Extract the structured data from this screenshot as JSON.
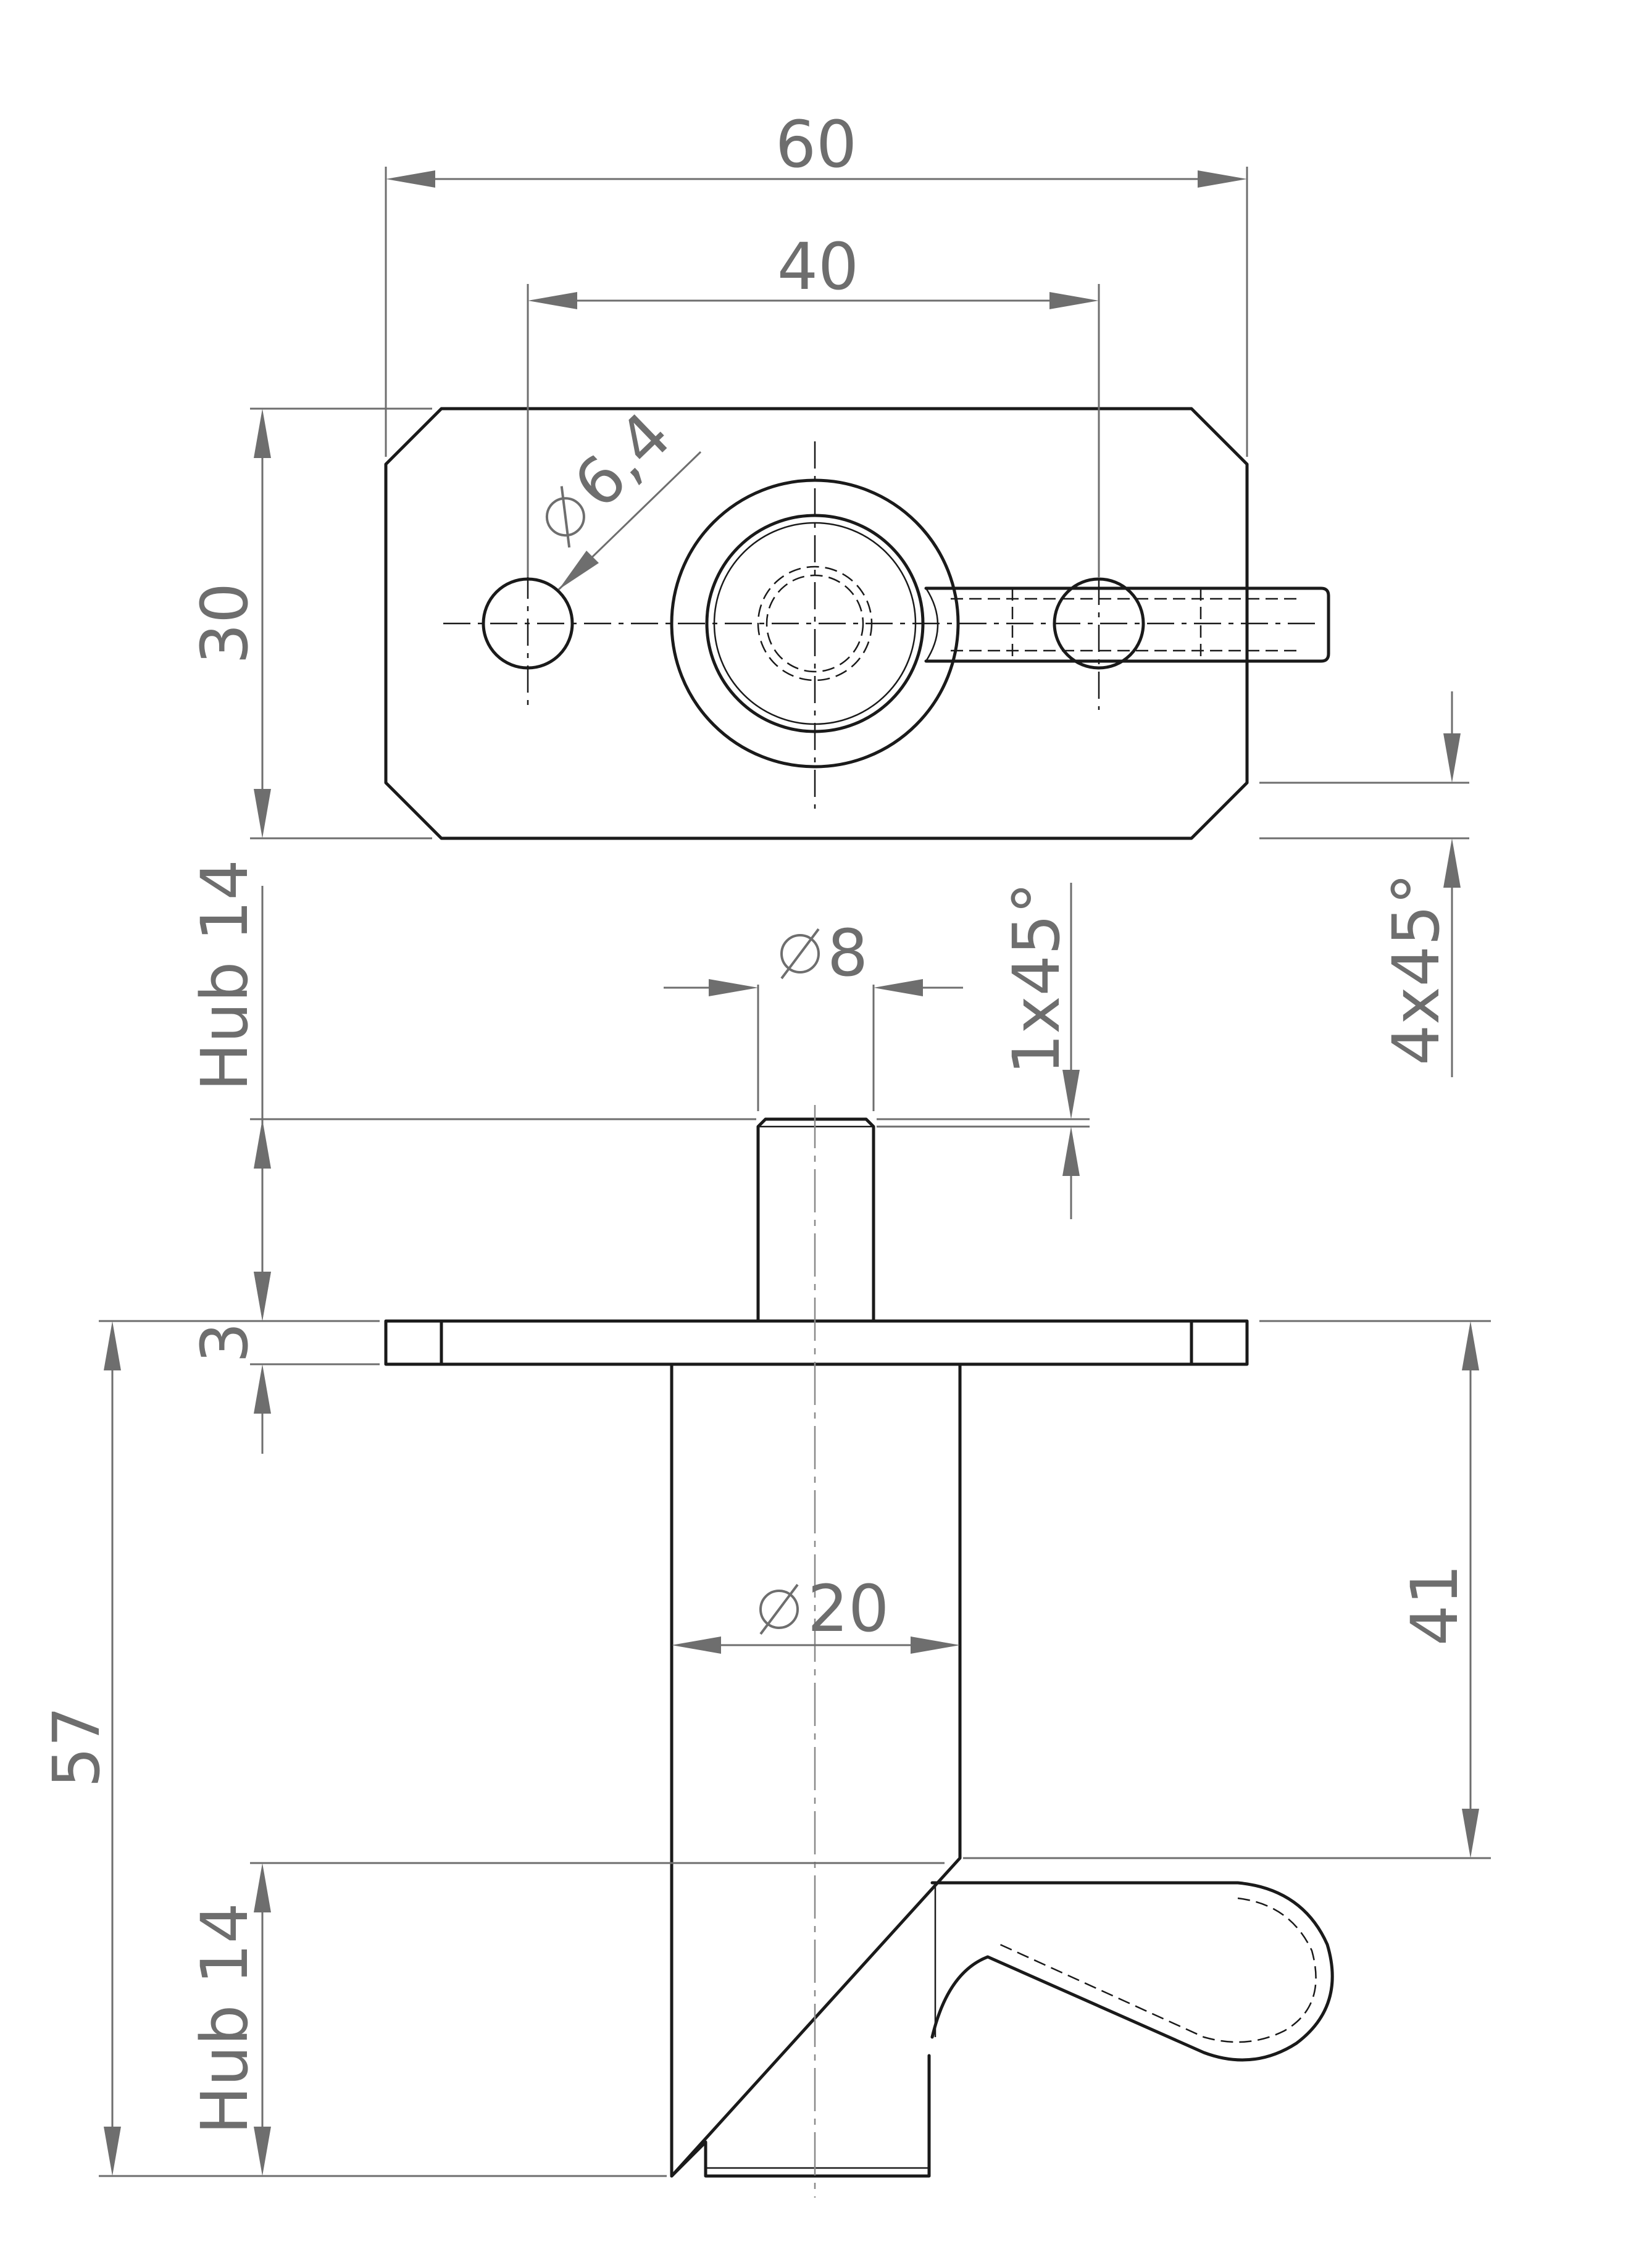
{
  "dimensions": {
    "overall_width": "60",
    "hole_spacing": "40",
    "plate_height": "30",
    "hole_diameter": "6,4",
    "chamfer_plate": "4x45°",
    "stroke_top": "Hub 14",
    "pin_diameter": "8",
    "pin_chamfer": "1x45°",
    "plate_thickness": "3",
    "body_diameter": "20",
    "total_length": "57",
    "body_length": "41",
    "stroke_bottom": "Hub 14"
  }
}
